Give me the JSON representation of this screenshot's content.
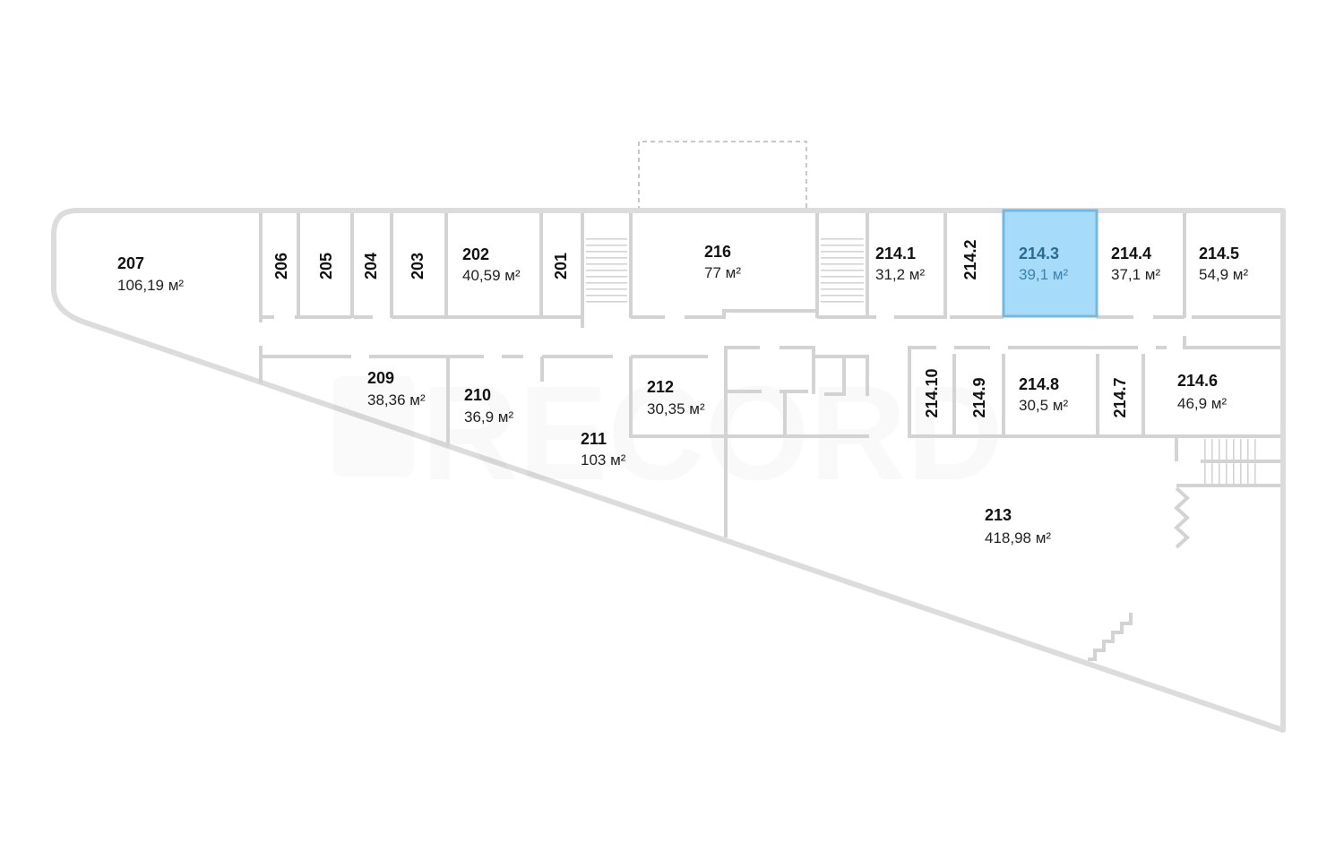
{
  "plan": {
    "watermark": "RECORD",
    "colors": {
      "wall": "#dcdcdc",
      "interior_wall": "#d3d3d3",
      "text": "#111111",
      "area_text": "#222222",
      "highlight_fill": "#a6dbf9",
      "highlight_stroke": "#74b8e1",
      "highlight_text": "#2c6b91",
      "highlight_area_text": "#3d82ad"
    },
    "rooms": {
      "r207": {
        "number": "207",
        "area": "106,19 м²"
      },
      "r206": {
        "number": "206"
      },
      "r205": {
        "number": "205"
      },
      "r204": {
        "number": "204"
      },
      "r203": {
        "number": "203"
      },
      "r202": {
        "number": "202",
        "area": "40,59 м²"
      },
      "r201": {
        "number": "201"
      },
      "r216": {
        "number": "216",
        "area": "77 м²"
      },
      "r214_1": {
        "number": "214.1",
        "area": "31,2 м²"
      },
      "r214_2": {
        "number": "214.2"
      },
      "r214_3": {
        "number": "214.3",
        "area": "39,1 м²",
        "selected": true
      },
      "r214_4": {
        "number": "214.4",
        "area": "37,1 м²"
      },
      "r214_5": {
        "number": "214.5",
        "area": "54,9 м²"
      },
      "r209": {
        "number": "209",
        "area": "38,36 м²"
      },
      "r210": {
        "number": "210",
        "area": "36,9 м²"
      },
      "r211": {
        "number": "211",
        "area": "103 м²"
      },
      "r212": {
        "number": "212",
        "area": "30,35 м²"
      },
      "r214_10": {
        "number": "214.10"
      },
      "r214_9": {
        "number": "214.9"
      },
      "r214_8": {
        "number": "214.8",
        "area": "30,5 м²"
      },
      "r214_7": {
        "number": "214.7"
      },
      "r214_6": {
        "number": "214.6",
        "area": "46,9 м²"
      },
      "r213": {
        "number": "213",
        "area": "418,98 м²"
      }
    }
  }
}
